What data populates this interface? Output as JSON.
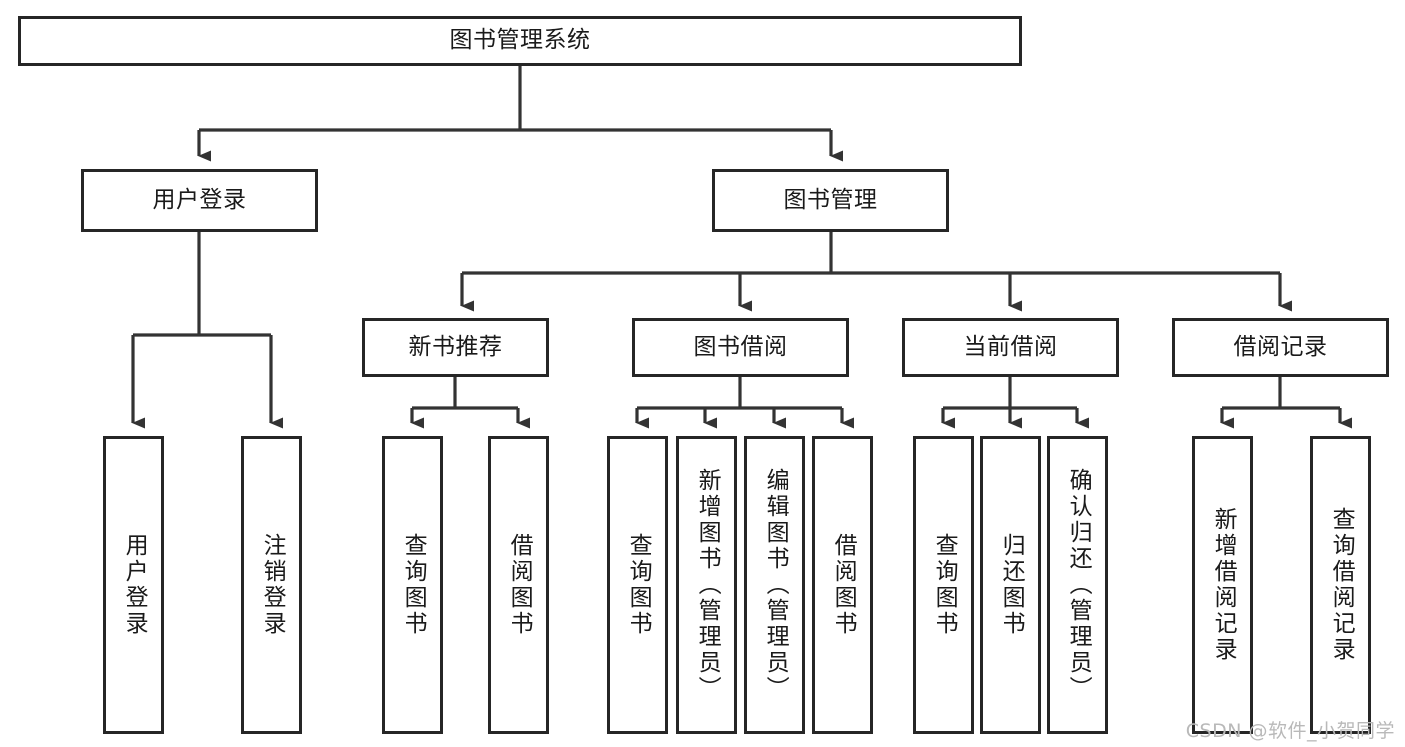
{
  "diagram": {
    "title": "图书管理系统",
    "type": "tree-hierarchy",
    "root": {
      "label": "图书管理系统"
    },
    "level2": [
      {
        "label": "用户登录"
      },
      {
        "label": "图书管理"
      }
    ],
    "level3": [
      {
        "label": "新书推荐"
      },
      {
        "label": "图书借阅"
      },
      {
        "label": "当前借阅"
      },
      {
        "label": "借阅记录"
      }
    ],
    "leaves": {
      "user_login": [
        {
          "label": "用户登录"
        },
        {
          "label": "注销登录"
        }
      ],
      "new_book_recommend": [
        {
          "label": "查询图书"
        },
        {
          "label": "借阅图书"
        }
      ],
      "book_borrow": [
        {
          "label": "查询图书"
        },
        {
          "label": "新增图书（管理员）"
        },
        {
          "label": "编辑图书（管理员）"
        },
        {
          "label": "借阅图书"
        }
      ],
      "current_borrow": [
        {
          "label": "查询图书"
        },
        {
          "label": "归还图书"
        },
        {
          "label": "确认归还（管理员）"
        }
      ],
      "borrow_record": [
        {
          "label": "新增借阅记录"
        },
        {
          "label": "查询借阅记录"
        }
      ]
    }
  },
  "watermark": {
    "text": "CSDN @软件_小贺同学"
  },
  "colors": {
    "box_border": "#262626",
    "box_fill": "#ffffff",
    "connector": "#333333",
    "text": "#1a1a1a",
    "watermark": "#b9b9b9",
    "background": "#ffffff"
  }
}
